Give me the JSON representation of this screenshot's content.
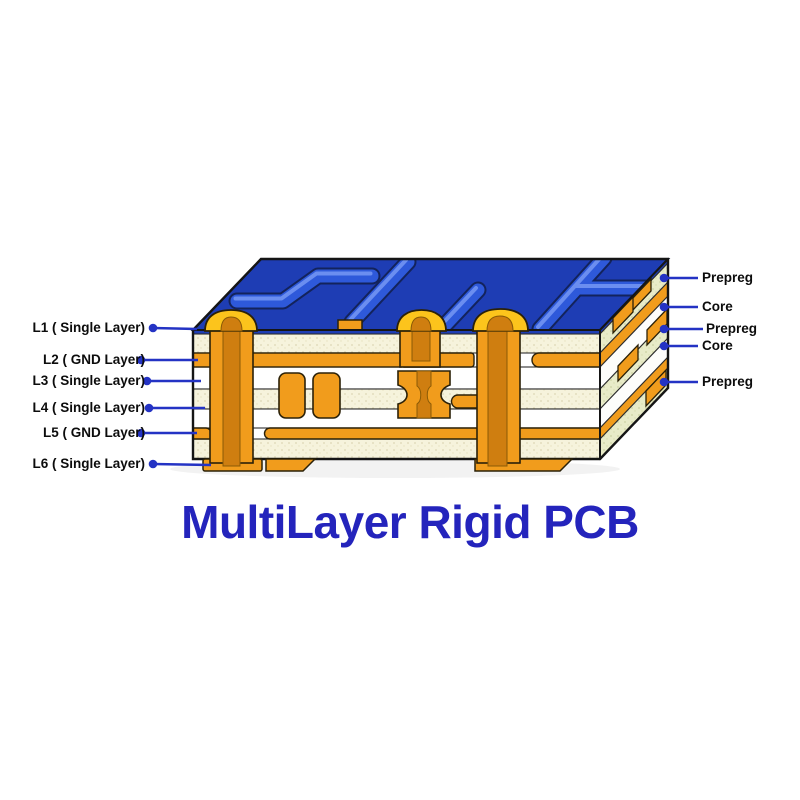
{
  "title": {
    "text": "MultiLayer Rigid PCB"
  },
  "pcb": {
    "left_labels": [
      "L1 ( Single Layer)",
      "L2 ( GND Layer)",
      "L3 ( Single Layer)",
      "L4 ( Single Layer)",
      "L5 ( GND Layer)",
      "L6 ( Single Layer)"
    ],
    "right_labels": [
      "Prepreg",
      "Core",
      "Prepreg",
      "Core",
      "Prepreg"
    ]
  },
  "colors": {
    "titleBlue": "#2424bc",
    "topBlue": "#1e3db4",
    "traceBlue": "#2e59da",
    "traceHighlight": "#6b8ef0",
    "copper": "#f19c1c",
    "copperDark": "#cf7e10",
    "gold": "#fcc41c",
    "creamFront": "#f6f3dc",
    "creamSide": "#e8ebc8",
    "coreWhite": "#ffffff",
    "leaderBlue": "#2433c4",
    "labelBlack": "#0c0c0c",
    "outline": "#1a1a1a"
  }
}
